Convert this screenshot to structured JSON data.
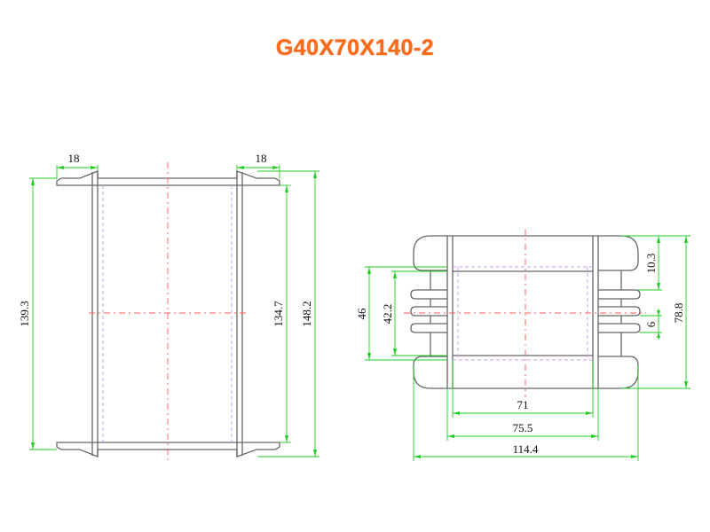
{
  "title": "G40X70X140-2",
  "front_view": {
    "dim_flange_left": "18",
    "dim_flange_right": "18",
    "dim_inner_height": "139.3",
    "dim_middle_height": "134.7",
    "dim_total_height": "148.2"
  },
  "side_view": {
    "dim_slot_top": "10.3",
    "dim_outer_height": "46",
    "dim_inner_height": "42.2",
    "dim_slot_width": "6",
    "dim_total_height": "78.8",
    "dim_width_71": "71",
    "dim_width_755": "75.5",
    "dim_width_1144": "114.4"
  },
  "colors": {
    "title": "#ff6a1a",
    "body_lines": "#666666",
    "dimension_lines": "#22cc22",
    "center_lines": "#ff5a5a",
    "hidden_lines": "#c79bf0"
  }
}
